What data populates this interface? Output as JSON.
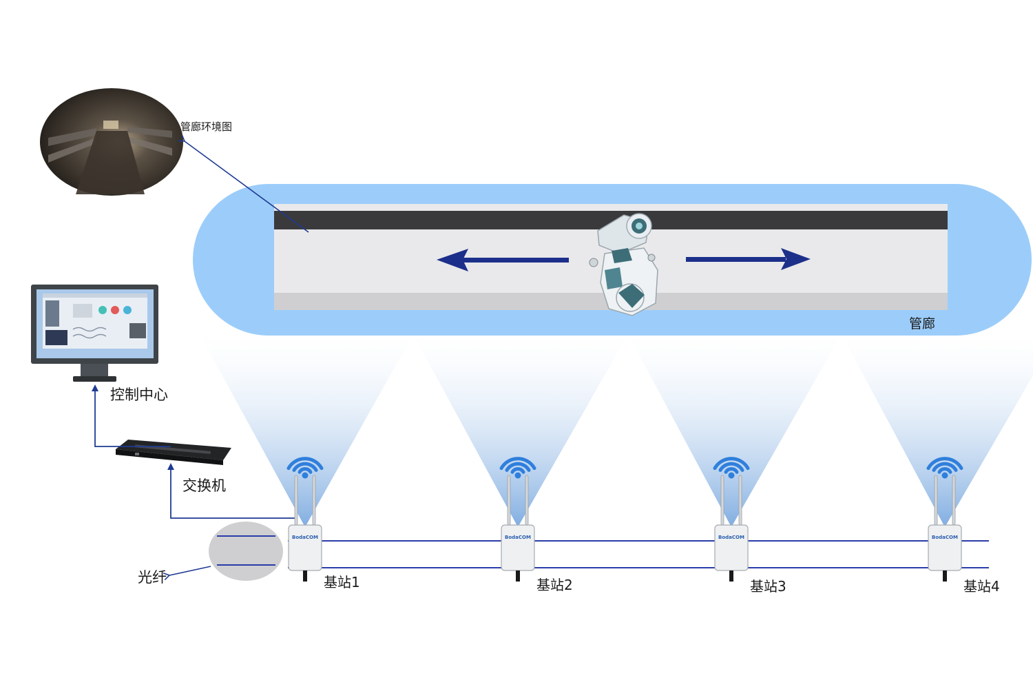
{
  "labels": {
    "corridor_env": "管廊环境图",
    "corridor": "管廊",
    "control_center": "控制中心",
    "switch": "交换机",
    "fiber": "光纤"
  },
  "stations": [
    {
      "label": "基站1"
    },
    {
      "label": "基站2"
    },
    {
      "label": "基站3"
    },
    {
      "label": "基站4"
    }
  ],
  "device_brand": "BodaCOM",
  "colors": {
    "corridor_band": "#9ccdfa",
    "corridor_floor": "#e9e9eb",
    "rail": "#3a3a3c",
    "arrow": "#1c2f8a",
    "fiber_line": "#2a3ca8",
    "connector": "#1f3a93",
    "wifi": "#2f7fdc",
    "beam": "#8fb8e6"
  }
}
